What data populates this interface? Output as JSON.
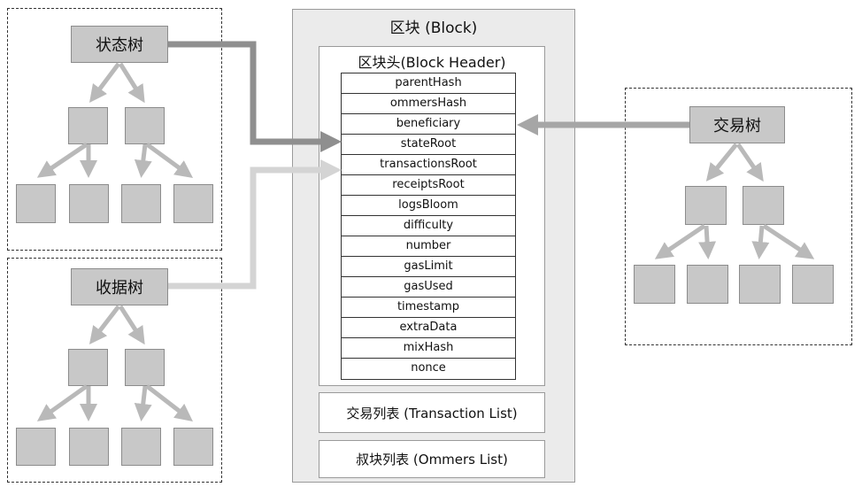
{
  "block": {
    "title": "区块 (Block)",
    "header_title": "区块头(Block Header)",
    "fields": [
      "parentHash",
      "ommersHash",
      "beneficiary",
      "stateRoot",
      "transactionsRoot",
      "receiptsRoot",
      "logsBloom",
      "difficulty",
      "number",
      "gasLimit",
      "gasUsed",
      "timestamp",
      "extraData",
      "mixHash",
      "nonce"
    ],
    "transaction_list": "交易列表 (Transaction List)",
    "ommers_list": "叔块列表 (Ommers List)"
  },
  "trees": {
    "state": "状态树",
    "receipts": "收据树",
    "transactions": "交易树"
  },
  "colors": {
    "node_fill": "#c8c8c8",
    "tree_arrow": "#b9b9b9",
    "state_arrow": "#8f8f8f",
    "receipts_arrow": "#d4d4d4",
    "transactions_arrow": "#a6a6a6"
  }
}
